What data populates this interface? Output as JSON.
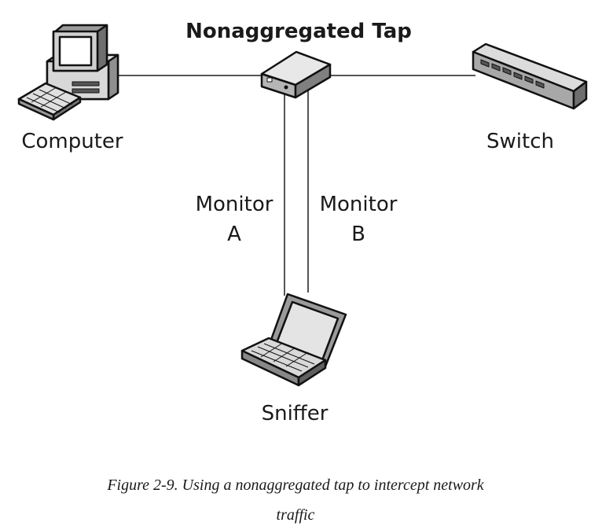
{
  "diagram": {
    "title": "Nonaggregated Tap",
    "nodes": {
      "computer": {
        "label": "Computer",
        "icon": "desktop-computer-icon"
      },
      "switch": {
        "label": "Switch",
        "icon": "network-switch-icon"
      },
      "tap": {
        "icon": "network-tap-icon"
      },
      "sniffer": {
        "label": "Sniffer",
        "icon": "laptop-icon"
      }
    },
    "links": {
      "monitor_a": {
        "line1": "Monitor",
        "line2": "A"
      },
      "monitor_b": {
        "line1": "Monitor",
        "line2": "B"
      }
    }
  },
  "caption": {
    "line1": "Figure 2-9. Using a nonaggregated tap to intercept network",
    "line2": "traffic"
  }
}
